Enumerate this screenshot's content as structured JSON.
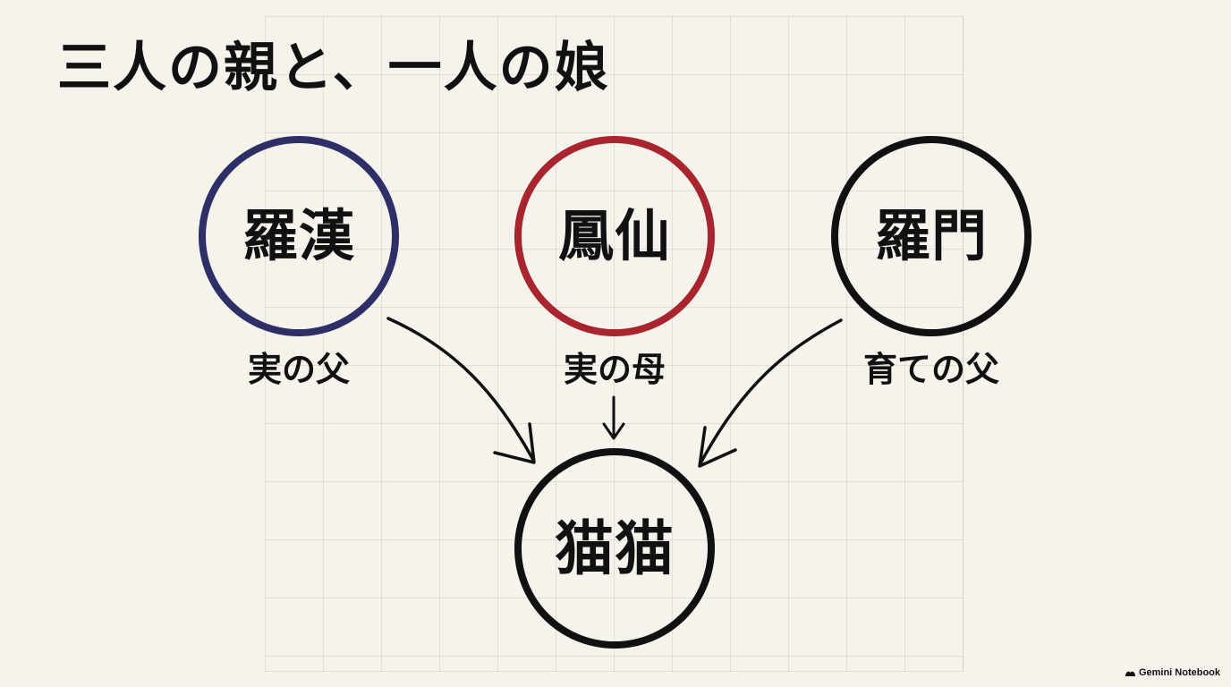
{
  "title": "三人の親と、一人の娘",
  "nodes": {
    "rakan": {
      "name": "羅漢",
      "label": "実の父",
      "color": "#2e2f66"
    },
    "fengxian": {
      "name": "鳳仙",
      "label": "実の母",
      "color": "#a8242f"
    },
    "raman": {
      "name": "羅門",
      "label": "育ての父",
      "color": "#111111"
    },
    "maomao": {
      "name": "猫猫",
      "label": "",
      "color": "#111111"
    }
  },
  "edges": [
    {
      "from": "rakan",
      "to": "maomao"
    },
    {
      "from": "fengxian",
      "to": "maomao"
    },
    {
      "from": "raman",
      "to": "maomao"
    }
  ],
  "footer": {
    "brand": "Gemini Notebook",
    "icon": "notebook-logo-icon"
  },
  "colors": {
    "background": "#f6f3ec",
    "grid": "#c8c8c8",
    "ink": "#111111"
  }
}
